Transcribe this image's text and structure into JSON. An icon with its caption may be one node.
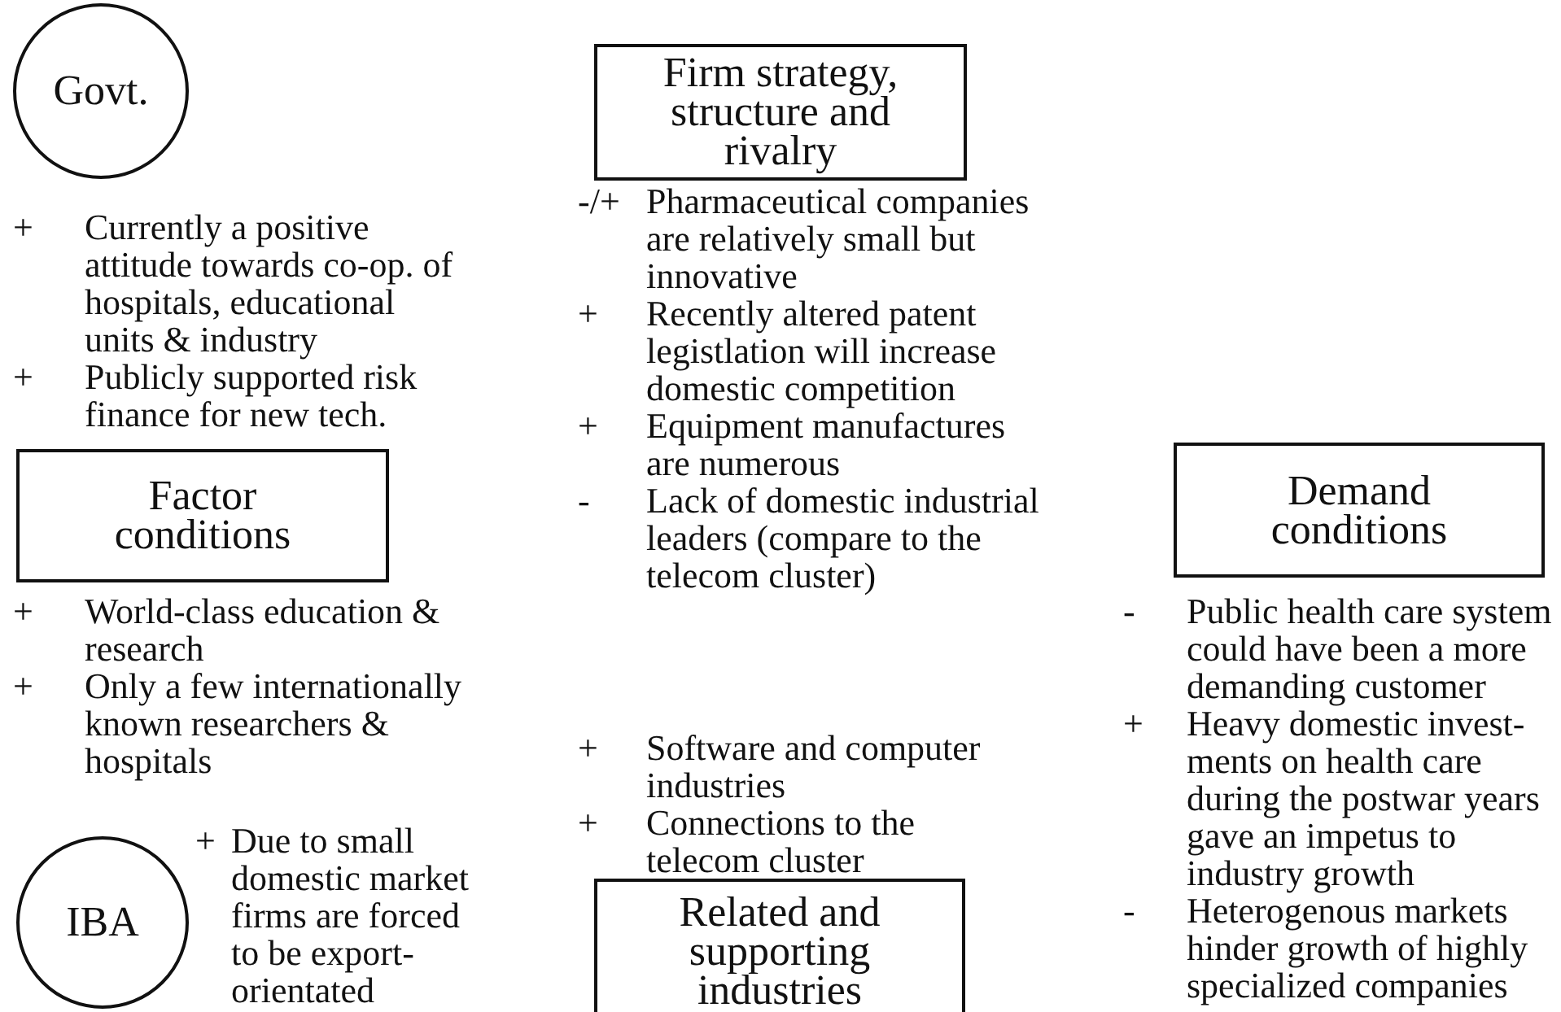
{
  "diagram": {
    "nodes": [
      {
        "text": [
          "Govt."
        ],
        "beside": [
          "+",
          "Currently a positive attitude towards co-op. of hospitals, educational units & industry",
          "+",
          "Publicly supported risk finance for new tech."
        ]
      },
      {
        "text": [
          "Firm strategy, structure and rivalry"
        ],
        "beside": [
          "-/+",
          "Pharmaceutical companies are relatively small but innovative",
          "+",
          "Recently altered patent legistlation will increase domestic competition",
          "+",
          "Equipment manufactures are numerous",
          "-",
          "Lack of domestic industrial leaders (compare to the telecom cluster)"
        ]
      },
      {
        "text": [
          "Factor conditions"
        ],
        "beside": [
          "+",
          "World-class education & research",
          "+",
          "Only a few internationally known researchers & hospitals"
        ]
      },
      {
        "text": [
          "Demand conditions"
        ],
        "beside": [
          "-",
          "Public health care system could have been a more demanding customer",
          "+",
          "Heavy domestic invest-ments on health care during the postwar years gave an impetus to industry growth",
          "-",
          "Heterogenous markets hinder growth of highly specialized companies"
        ]
      },
      {
        "text": [
          "IBA"
        ],
        "beside": [
          "+",
          "Due to small domestic market firms are forced to be export-orientated"
        ]
      },
      {
        "text": [
          "Related and supporting industries"
        ],
        "beside": [
          "+",
          "Software and computer industries",
          "+",
          "Connections to the telecom cluster"
        ]
      }
    ]
  }
}
